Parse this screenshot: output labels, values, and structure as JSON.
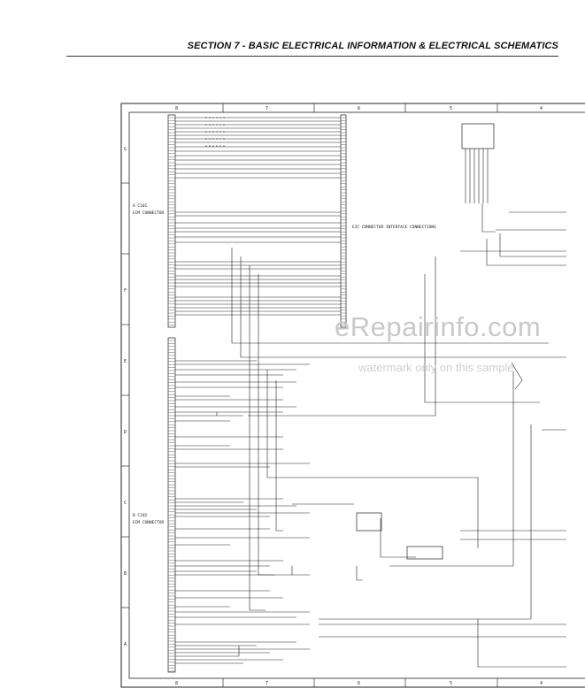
{
  "header": {
    "title": "SECTION 7 - BASIC ELECTRICAL INFORMATION & ELECTRICAL SCHEMATICS"
  },
  "schematic": {
    "connector_a_title": "A C101",
    "connector_a_subtitle": "ECM CONNECTOR",
    "connector_b_title": "B C102",
    "connector_b_subtitle": "ECM CONNECTOR",
    "interface_label": "EIC CONNECTOR INTERFACE CONNECTIONS",
    "column_labels": [
      "8",
      "7",
      "6",
      "5",
      "4"
    ],
    "row_labels": [
      "G",
      "F",
      "E",
      "D",
      "C",
      "B",
      "A"
    ]
  },
  "watermark": {
    "main": "eRepairinfo.com",
    "sub": "watermark only on this sample"
  }
}
